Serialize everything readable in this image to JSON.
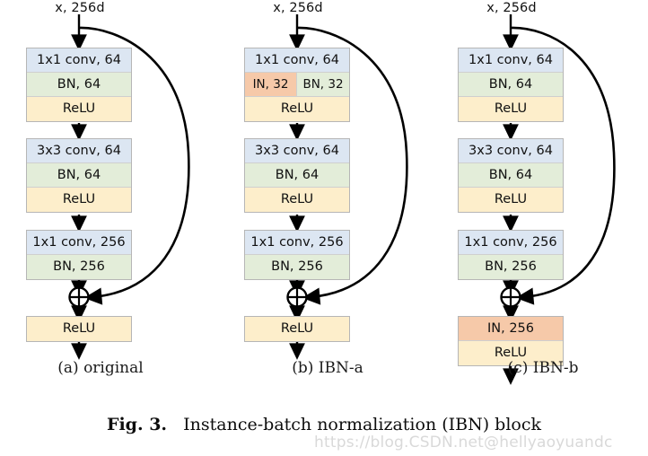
{
  "figure": {
    "caption_prefix": "Fig. 3.",
    "caption_text": "Instance-batch normalization (IBN) block",
    "watermark": "https://blog.CSDN.net@hellyaoyuandc"
  },
  "colors": {
    "conv": "#dce6f2",
    "bn": "#e3edd9",
    "relu": "#fdeecb",
    "instance_norm": "#f6c9a9",
    "border": "#b6b6b6",
    "arrow": "#000000"
  },
  "columns": [
    {
      "id": "original",
      "label": "(a) original",
      "input_label": "x, 256d",
      "groups": [
        {
          "rows": [
            {
              "type": "conv",
              "text": "1x1 conv, 64"
            },
            {
              "type": "bn",
              "text": "BN, 64"
            },
            {
              "type": "relu",
              "text": "ReLU"
            }
          ]
        },
        {
          "rows": [
            {
              "type": "conv",
              "text": "3x3 conv, 64"
            },
            {
              "type": "bn",
              "text": "BN, 64"
            },
            {
              "type": "relu",
              "text": "ReLU"
            }
          ]
        },
        {
          "rows": [
            {
              "type": "conv",
              "text": "1x1 conv, 256"
            },
            {
              "type": "bn",
              "text": "BN, 256"
            }
          ]
        },
        {
          "rows": [
            {
              "type": "relu",
              "text": "ReLU"
            }
          ]
        }
      ],
      "junction": "plus"
    },
    {
      "id": "ibn-a",
      "label": "(b) IBN-a",
      "input_label": "x, 256d",
      "groups": [
        {
          "rows": [
            {
              "type": "conv",
              "text": "1x1 conv, 64"
            },
            {
              "type": "split",
              "left_type": "instance_norm",
              "left_text": "IN, 32",
              "right_type": "bn",
              "right_text": "BN, 32"
            },
            {
              "type": "relu",
              "text": "ReLU"
            }
          ]
        },
        {
          "rows": [
            {
              "type": "conv",
              "text": "3x3 conv, 64"
            },
            {
              "type": "bn",
              "text": "BN, 64"
            },
            {
              "type": "relu",
              "text": "ReLU"
            }
          ]
        },
        {
          "rows": [
            {
              "type": "conv",
              "text": "1x1 conv, 256"
            },
            {
              "type": "bn",
              "text": "BN, 256"
            }
          ]
        },
        {
          "rows": [
            {
              "type": "relu",
              "text": "ReLU"
            }
          ]
        }
      ],
      "junction": "plus"
    },
    {
      "id": "ibn-b",
      "label": "(c) IBN-b",
      "input_label": "x, 256d",
      "groups": [
        {
          "rows": [
            {
              "type": "conv",
              "text": "1x1 conv, 64"
            },
            {
              "type": "bn",
              "text": "BN, 64"
            },
            {
              "type": "relu",
              "text": "ReLU"
            }
          ]
        },
        {
          "rows": [
            {
              "type": "conv",
              "text": "3x3 conv, 64"
            },
            {
              "type": "bn",
              "text": "BN, 64"
            },
            {
              "type": "relu",
              "text": "ReLU"
            }
          ]
        },
        {
          "rows": [
            {
              "type": "conv",
              "text": "1x1 conv, 256"
            },
            {
              "type": "bn",
              "text": "BN, 256"
            }
          ]
        },
        {
          "rows": [
            {
              "type": "instance_norm",
              "text": "IN, 256"
            },
            {
              "type": "relu",
              "text": "ReLU"
            }
          ]
        }
      ],
      "junction": "plus"
    }
  ]
}
